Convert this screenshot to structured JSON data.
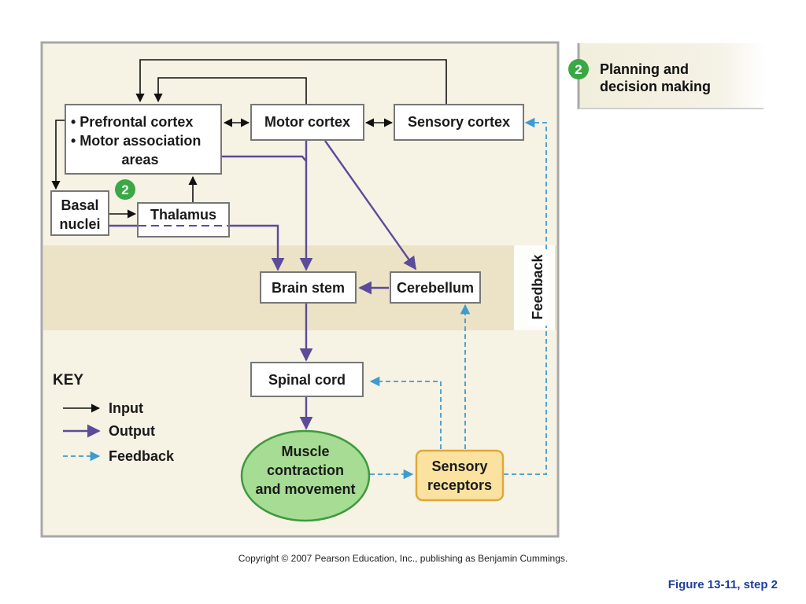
{
  "figure": {
    "boxes": {
      "prefrontal_line1": "• Prefrontal cortex",
      "prefrontal_line2": "• Motor association",
      "prefrontal_line3": "areas",
      "motor_cortex": "Motor cortex",
      "sensory_cortex": "Sensory cortex",
      "basal_line1": "Basal",
      "basal_line2": "nuclei",
      "thalamus": "Thalamus",
      "brain_stem": "Brain stem",
      "cerebellum": "Cerebellum",
      "spinal_cord": "Spinal cord",
      "muscle_line1": "Muscle",
      "muscle_line2": "contraction",
      "muscle_line3": "and movement",
      "sensory_rec_line1": "Sensory",
      "sensory_rec_line2": "receptors"
    },
    "step_badge": "2",
    "feedback_label": "Feedback",
    "key": {
      "title": "KEY",
      "input": "Input",
      "output": "Output",
      "feedback": "Feedback"
    },
    "callout": {
      "badge": "2",
      "line1": "Planning and",
      "line2": "decision making"
    },
    "colors": {
      "input": "#111111",
      "output": "#5b4b9a",
      "feedback": "#3d9bd0",
      "badge": "#3aa845",
      "muscle_fill": "#a6dc93",
      "muscle_stroke": "#3e9a3e",
      "receptor_fill": "#fbe2a0",
      "receptor_stroke": "#e0a83a",
      "panel_bg": "#f6f2e4",
      "band_bg": "#ece3c6",
      "fig_label": "#1f3f9a"
    }
  },
  "copyright": "Copyright © 2007 Pearson Education, Inc., publishing as Benjamin Cummings.",
  "figure_label": "Figure 13-11, step 2"
}
